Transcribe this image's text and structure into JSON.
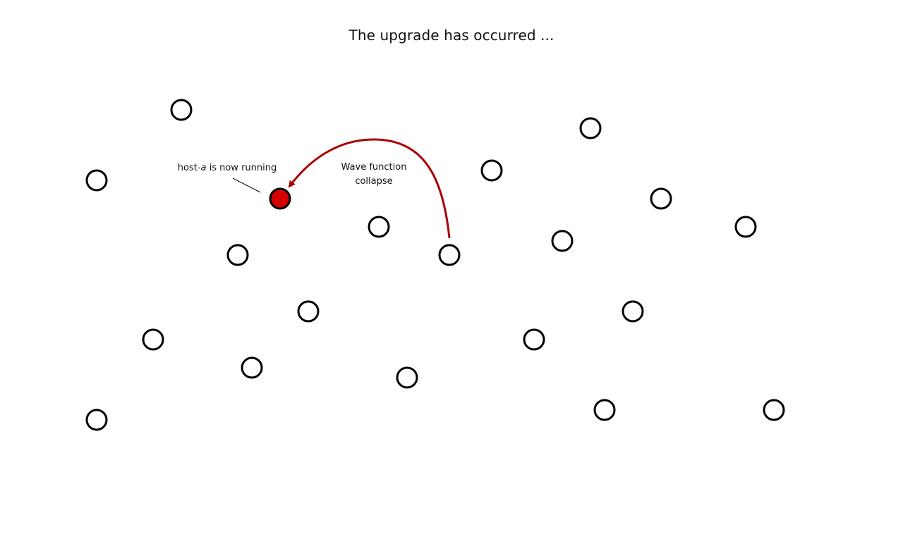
{
  "title": "The upgrade has occurred ...",
  "annotations": {
    "host_label_prefix": "host-",
    "host_label_name": "a",
    "host_label_suffix": " is now running",
    "arrow_label_line1": "Wave function",
    "arrow_label_line2": "collapse"
  },
  "colors": {
    "node_stroke": "#000000",
    "node_fill": "#ffffff",
    "active_fill": "#d40000",
    "arrow": "#aa0000",
    "text": "#111111"
  }
}
